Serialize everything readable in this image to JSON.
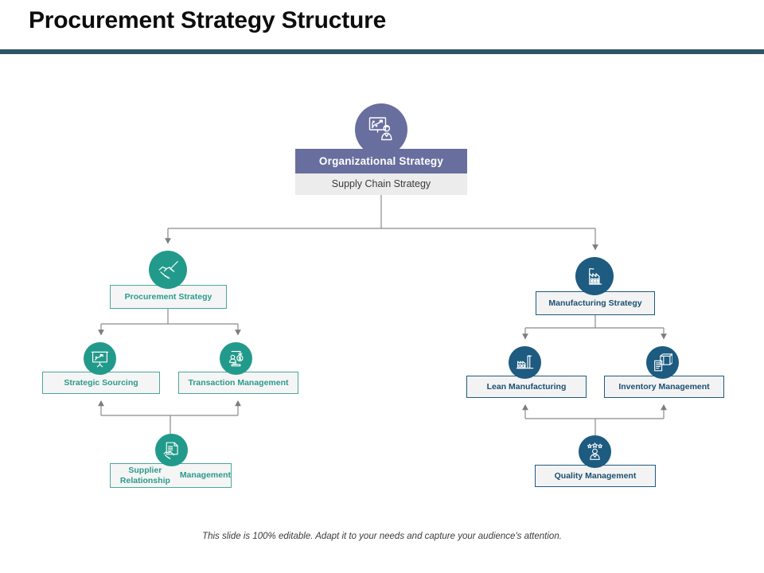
{
  "slide": {
    "title": "Procurement Strategy Structure",
    "footer_note": "This slide is 100% editable. Adapt it to your needs and capture your audience's attention."
  },
  "colors": {
    "title_text": "#0d0d0d",
    "header_rule": "#2d5564",
    "root_purple": "#686f9e",
    "root_sub_bg": "#ececec",
    "teal": "#229a8b",
    "teal_text": "#2b9a8c",
    "blue": "#1d5b80",
    "blue_text": "#1b4f70",
    "box_fill": "#f4f4f4",
    "connector": "#808080"
  },
  "diagram": {
    "type": "org-chart",
    "root": {
      "header_label": "Organizational Strategy",
      "sub_label": "Supply Chain Strategy",
      "icon": "strategy-presentation-icon",
      "accent": "#686f9e"
    },
    "branches": [
      {
        "id": "procurement",
        "accent": "#229a8b",
        "label": "Procurement Strategy",
        "icon": "handshake-icon",
        "children": [
          {
            "id": "strategic-sourcing",
            "label": "Strategic Sourcing",
            "icon": "sourcing-board-icon"
          },
          {
            "id": "transaction-management",
            "label": "Transaction Management",
            "icon": "transaction-icon"
          }
        ],
        "feeder": {
          "id": "supplier-relationship-management",
          "label_line1": "Supplier Relationship",
          "label_line2": "Management",
          "label": "Supplier Relationship Management",
          "icon": "document-handshake-icon",
          "direction": "upward"
        }
      },
      {
        "id": "manufacturing",
        "accent": "#1d5b80",
        "label": "Manufacturing Strategy",
        "icon": "factory-icon",
        "children": [
          {
            "id": "lean-manufacturing",
            "label": "Lean Manufacturing",
            "icon": "lean-factory-icon"
          },
          {
            "id": "inventory-management",
            "label": "Inventory Management",
            "icon": "inventory-box-icon"
          }
        ],
        "feeder": {
          "id": "quality-management",
          "label": "Quality Management",
          "icon": "quality-stars-person-icon",
          "direction": "upward"
        }
      }
    ]
  }
}
